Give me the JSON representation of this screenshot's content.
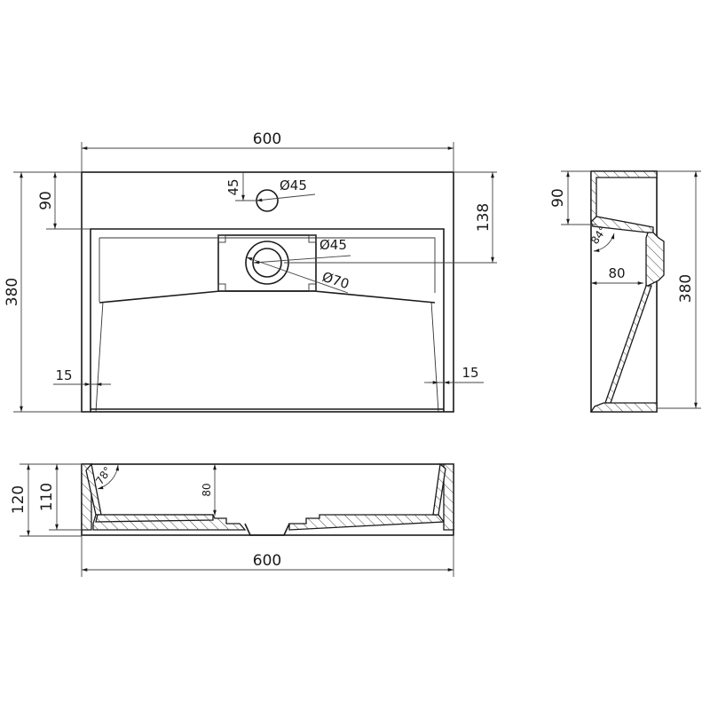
{
  "title": "Rectangular washbasin technical drawing",
  "colors": {
    "line": "#1a1a1a",
    "background": "#ffffff"
  },
  "top_view": {
    "width_label": "600",
    "depth_label": "380",
    "deck_depth_label": "90",
    "tap_hole_offset_label": "45",
    "tap_hole_diameter_label": "Ø45",
    "drain_offset_label": "138",
    "drain_inner_diameter_label": "Ø45",
    "drain_outer_diameter_label": "Ø70",
    "left_wall_label": "15",
    "right_wall_label": "15"
  },
  "side_section": {
    "deck_depth_label": "90",
    "angle_label": "84°",
    "drain_depth_label": "80",
    "total_depth_label": "380"
  },
  "front_section": {
    "total_height_label": "120",
    "inner_height_label": "110",
    "angle_label": "78°",
    "basin_depth_label": "80",
    "width_label": "600"
  }
}
